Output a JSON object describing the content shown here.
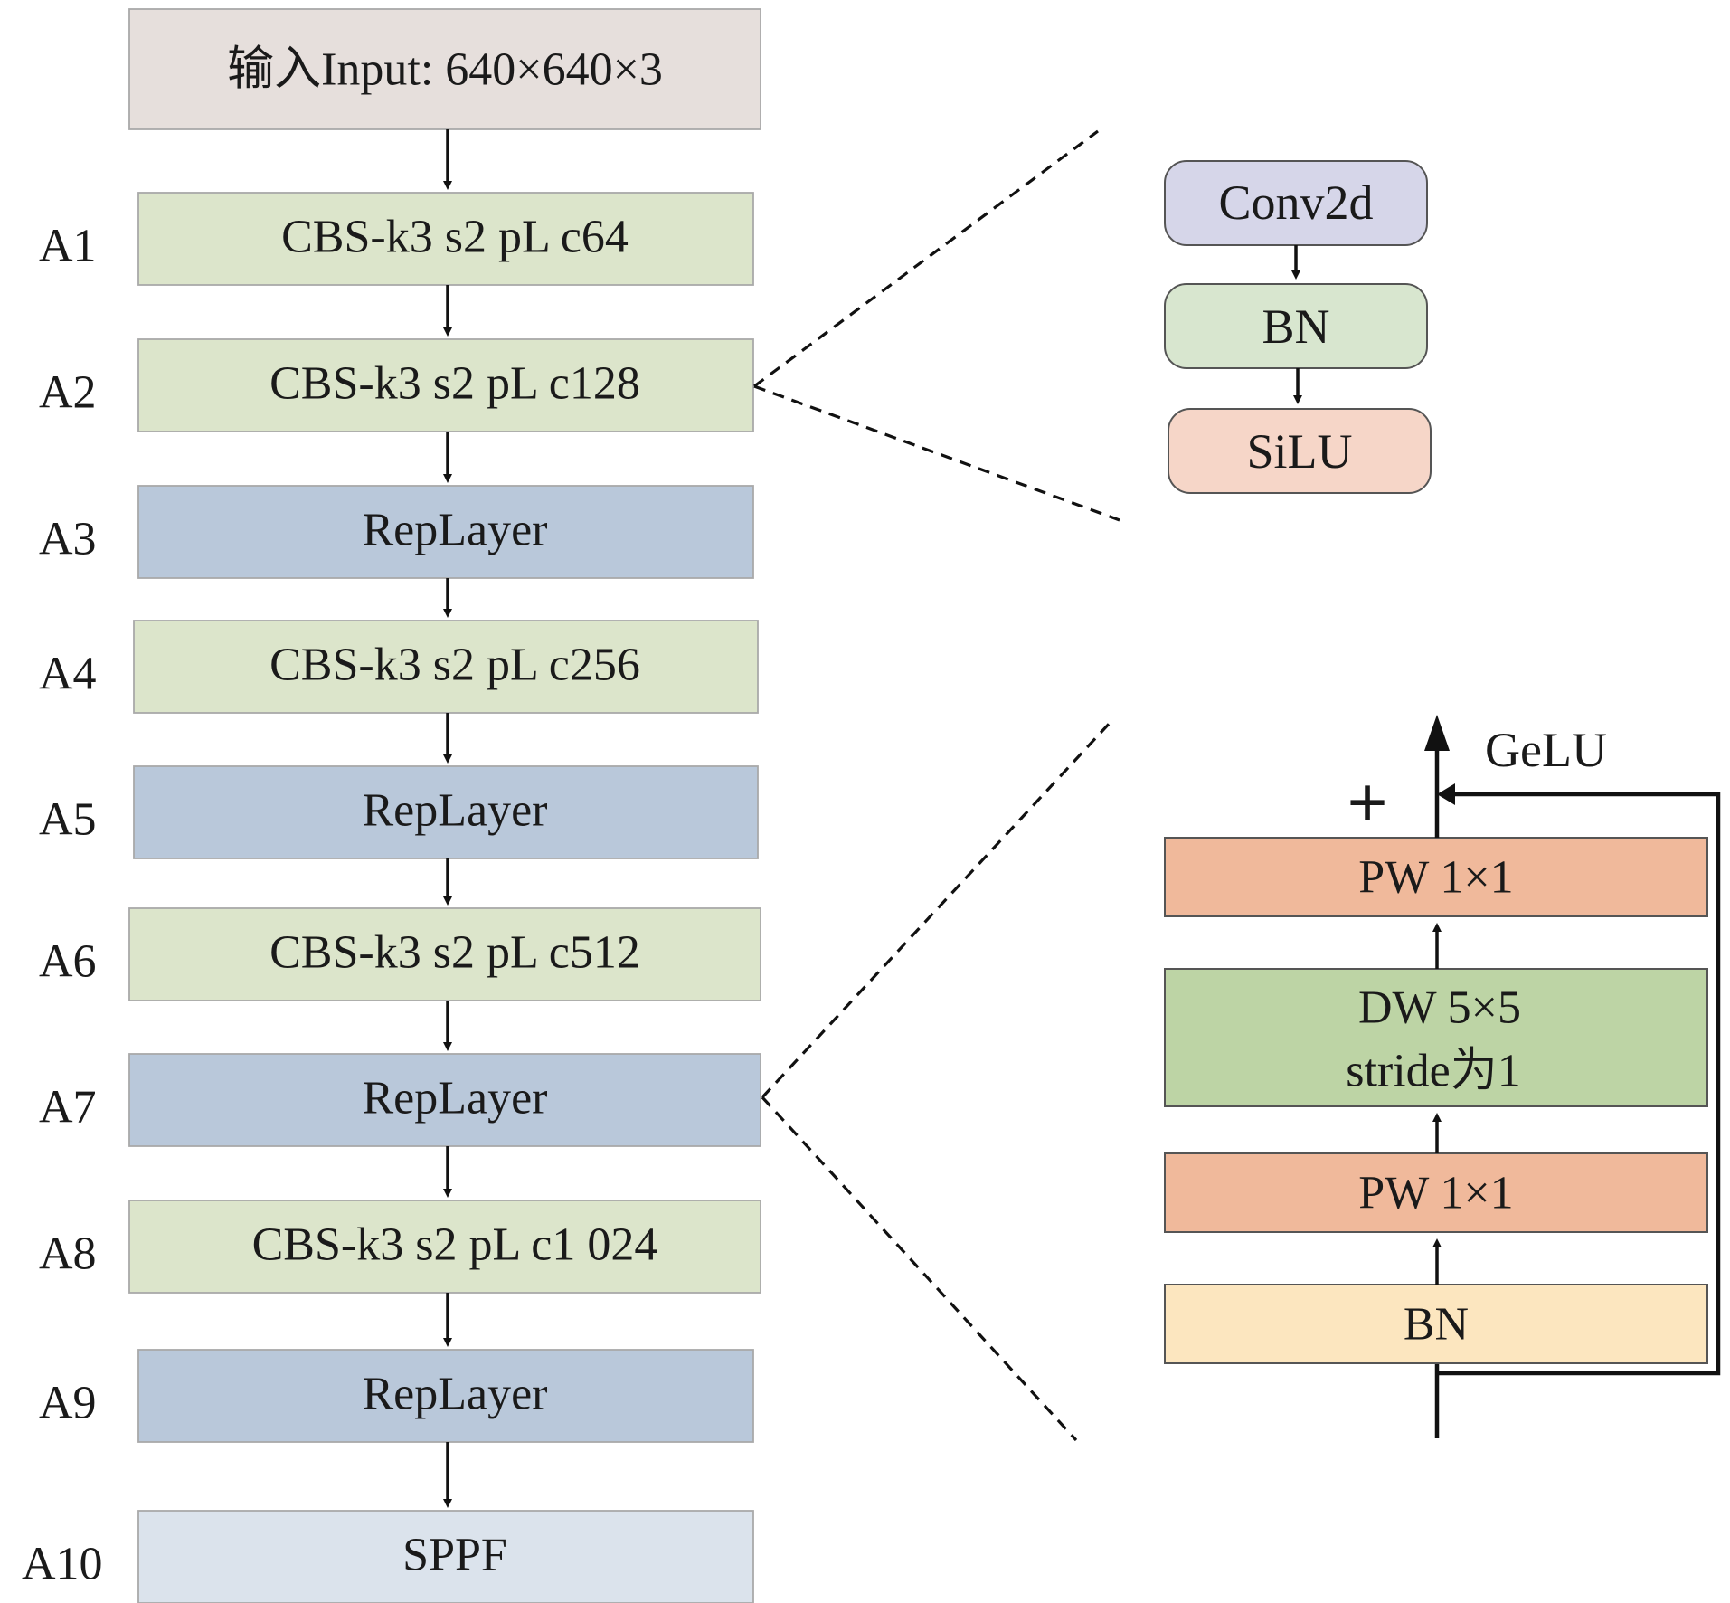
{
  "backbone": {
    "input_label": "输入Input: 640×640×3",
    "stages": [
      {
        "id": "A1",
        "label": "CBS-k3 s2 pL c64",
        "kind": "cbs"
      },
      {
        "id": "A2",
        "label": "CBS-k3 s2 pL c128",
        "kind": "cbs"
      },
      {
        "id": "A3",
        "label": "RepLayer",
        "kind": "rep"
      },
      {
        "id": "A4",
        "label": "CBS-k3 s2 pL c256",
        "kind": "cbs"
      },
      {
        "id": "A5",
        "label": "RepLayer",
        "kind": "rep"
      },
      {
        "id": "A6",
        "label": "CBS-k3 s2 pL c512",
        "kind": "cbs"
      },
      {
        "id": "A7",
        "label": "RepLayer",
        "kind": "rep"
      },
      {
        "id": "A8",
        "label": "CBS-k3 s2 pL c1 024",
        "kind": "cbs"
      },
      {
        "id": "A9",
        "label": "RepLayer",
        "kind": "rep"
      },
      {
        "id": "A10",
        "label": "SPPF",
        "kind": "sppf"
      }
    ]
  },
  "cbs_detail": {
    "blocks": [
      "Conv2d",
      "BN",
      "SiLU"
    ]
  },
  "replayer_detail": {
    "output_activation": "GeLU",
    "add_symbol": "+",
    "blocks": [
      {
        "label": "PW 1×1",
        "kind": "pw"
      },
      {
        "label": "DW 5×5",
        "label_line2": "stride为1",
        "kind": "dw"
      },
      {
        "label": "PW 1×1",
        "kind": "pw"
      },
      {
        "label": "BN",
        "kind": "bn"
      }
    ]
  },
  "colors": {
    "input": "#e6dfdc",
    "cbs": "#dce5cb",
    "rep": "#b9c8da",
    "sppf": "#dbe3ec",
    "conv2d": "#d6d6e9",
    "bn_green": "#d8e6cf",
    "silu": "#f6d6c8",
    "pw": "#f0b99b",
    "dw": "#bdd4a5",
    "bn_yellow": "#fce6bf"
  }
}
